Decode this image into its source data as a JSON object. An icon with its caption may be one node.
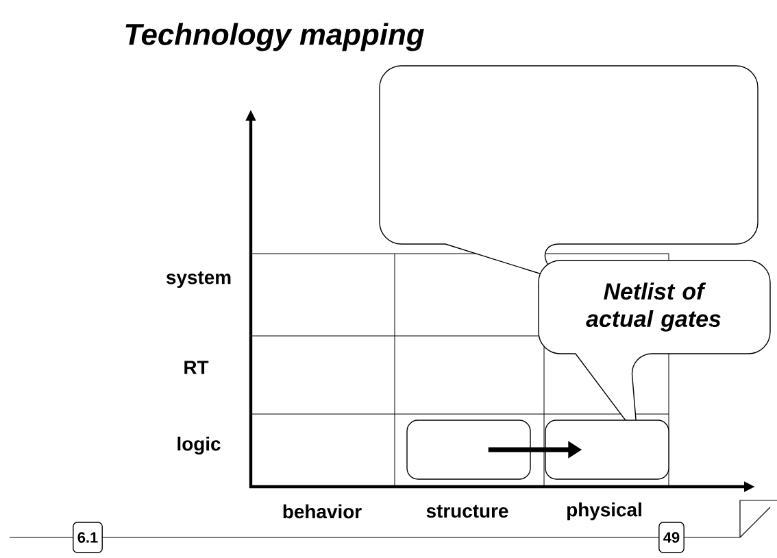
{
  "diagram": {
    "title": "Technology mapping",
    "nodes": [
      {
        "text": [],
        "shape": "callout"
      },
      {
        "text": [
          "Netlist of actual gates"
        ]
      },
      {
        "text": [],
        "shape": "box"
      },
      {
        "text": [],
        "shape": "box"
      }
    ],
    "edges": [
      {
        "from": 2,
        "to": 3,
        "arrow": "to"
      }
    ],
    "labels": [
      "system",
      "RT",
      "logic",
      "behavior",
      "structure",
      "physical",
      "6.1",
      "49"
    ]
  }
}
